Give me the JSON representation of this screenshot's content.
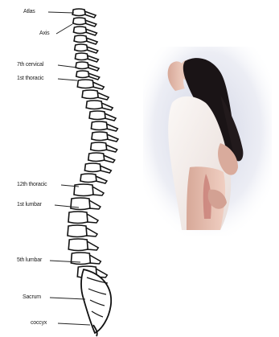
{
  "diagram": {
    "subject": "human spine lateral view",
    "labels": [
      {
        "id": "atlas",
        "text": "Atlas"
      },
      {
        "id": "axis",
        "text": "Axis"
      },
      {
        "id": "c7",
        "text": "7th cervical"
      },
      {
        "id": "t1",
        "text": "1st thoracic"
      },
      {
        "id": "t12",
        "text": "12th thoracic"
      },
      {
        "id": "l1",
        "text": "1st lumbar"
      },
      {
        "id": "l5",
        "text": "5th lumbar"
      },
      {
        "id": "sacrum",
        "text": "Sacrum"
      },
      {
        "id": "coccyx",
        "text": "coccyx"
      }
    ]
  },
  "photo": {
    "description_icon": "woman-back-pain-photo",
    "colors": {
      "hair": "#1a1416",
      "skin": "#e9c4b6",
      "shirt": "#f3ece8",
      "halo": "#dfe2ee"
    }
  }
}
